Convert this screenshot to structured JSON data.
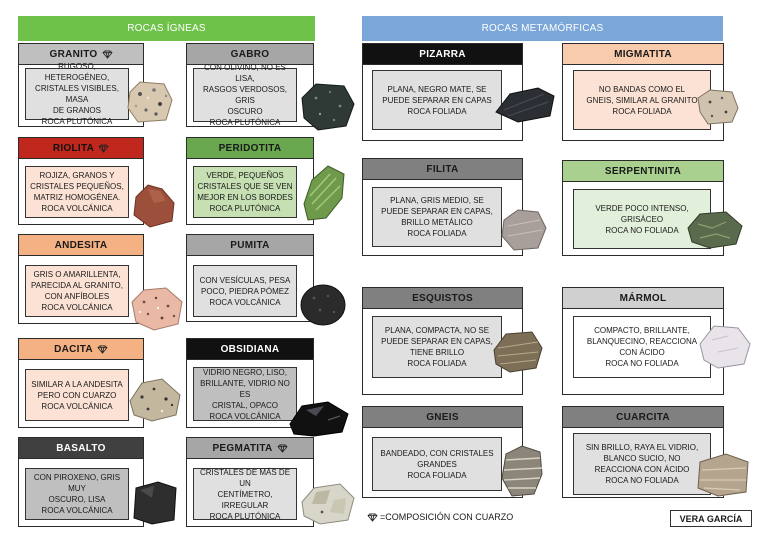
{
  "sections": {
    "igneas": "ROCAS ÍGNEAS",
    "metamorficas": "ROCAS METAMÓRFICAS"
  },
  "rocks": {
    "granito": {
      "name": "GRANITO",
      "l1": "RUGOSO, HETEROGÉNEO,",
      "l2": "CRISTALES VISIBLES, MASA",
      "l3": "DE GRANOS",
      "l4": "ROCA PLUTÓNICA"
    },
    "gabro": {
      "name": "GABRO",
      "l1": "CON OLIVINO, NO ES LISA,",
      "l2": "RASGOS VERDOSOS, GRIS",
      "l3": "OSCURO",
      "l4": "ROCA PLUTÓNICA"
    },
    "riolita": {
      "name": "RIOLITA",
      "l1": "ROJIZA, GRANOS Y",
      "l2": "CRISTALES PEQUEÑOS,",
      "l3": "MATRIZ HOMOGÉNEA.",
      "l4": "ROCA VOLCÁNICA"
    },
    "peridotita": {
      "name": "PERIDOTITA",
      "l1": "VERDE, PEQUEÑOS",
      "l2": "CRISTALES QUE SE VEN",
      "l3": "MEJOR EN LOS BORDES",
      "l4": "ROCA PLUTÓNICA"
    },
    "andesita": {
      "name": "ANDESITA",
      "l1": "GRIS O AMARILLENTA,",
      "l2": "PARECIDA AL GRANITO,",
      "l3": "CON ANFÍBOLES",
      "l4": "ROCA VOLCÁNICA"
    },
    "pumita": {
      "name": "PUMITA",
      "l1": "CON VESÍCULAS, PESA",
      "l2": "POCO, PIEDRA PÓMEZ",
      "l3": "ROCA VOLCÁNICA"
    },
    "dacita": {
      "name": "DACITA",
      "l1": "SIMILAR A LA ANDESITA",
      "l2": "PERO CON CUARZO",
      "l3": "ROCA VOLCÁNICA"
    },
    "obsidiana": {
      "name": "OBSIDIANA",
      "l1": "VIDRIO NEGRO, LISO,",
      "l2": "BRILLANTE, VIDRIO NO ES",
      "l3": "CRISTAL, OPACO",
      "l4": "ROCA VOLCÁNICA"
    },
    "basalto": {
      "name": "BASALTO",
      "l1": "CON PIROXENO, GRIS MUY",
      "l2": "OSCURO, LISA",
      "l3": "ROCA VOLCÁNICA"
    },
    "pegmatita": {
      "name": "PEGMATITA",
      "l1": "CRISTALES DE MÁS DE UN",
      "l2": "CENTÍMETRO, IRREGULAR",
      "l3": "ROCA PLUTÓNICA"
    },
    "pizarra": {
      "name": "PIZARRA",
      "l1": "PLANA, NEGRO MATE, SE",
      "l2": "PUEDE SEPARAR EN CAPAS",
      "l3": "ROCA FOLIADA"
    },
    "migmatita": {
      "name": "MIGMATITA",
      "l1": "NO BANDAS COMO EL",
      "l2": "GNEIS, SIMILAR AL GRANITO",
      "l3": "ROCA FOLIADA"
    },
    "filita": {
      "name": "FILITA",
      "l1": "PLANA, GRIS MEDIO, SE",
      "l2": "PUEDE SEPARAR EN CAPAS,",
      "l3": "BRILLO METÁLICO",
      "l4": "ROCA FOLIADA"
    },
    "serpentinita": {
      "name": "SERPENTINITA",
      "l1": "VERDE POCO INTENSO,",
      "l2": "GRISÁCEO",
      "l3": "ROCA NO FOLIADA"
    },
    "esquistos": {
      "name": "ESQUISTOS",
      "l1": "PLANA, COMPACTA, NO SE",
      "l2": "PUEDE SEPARAR EN CAPAS,",
      "l3": "TIENE BRILLO",
      "l4": "ROCA FOLIADA"
    },
    "marmol": {
      "name": "MÁRMOL",
      "l1": "COMPACTO, BRILLANTE,",
      "l2": "BLANQUECINO, REACCIONA",
      "l3": "CON ÁCIDO",
      "l4": "ROCA NO FOLIADA"
    },
    "gneis": {
      "name": "GNEIS",
      "l1": "BANDEADO, CON CRISTALES",
      "l2": "GRANDES",
      "l3": "ROCA FOLIADA"
    },
    "cuarcita": {
      "name": "CUARCITA",
      "l1": "SIN BRILLO, RAYA EL VIDRIO,",
      "l2": "BLANCO SUCIO, NO",
      "l3": "REACCIONA CON ÁCIDO",
      "l4": "ROCA NO FOLIADA"
    }
  },
  "legend": "=COMPOSICIÓN CON CUARZO",
  "author": "VERA GARCÍA",
  "colors": {
    "igneas_banner": "#6ec24a",
    "meta_banner": "#7aa6d8",
    "grey_head": "#a6a6a6",
    "dark_head": "#404040",
    "black_head": "#111111",
    "red_head": "#c0281e",
    "green_head": "#6aa84f",
    "orange_head": "#f4b183",
    "light_orange_head": "#f8cbad",
    "light_green_head": "#a9d08e",
    "light_grey_head": "#d0d0d0",
    "desc_grey": "#e0e0e0",
    "desc_peach": "#fbe2d5",
    "desc_green": "#e2efda"
  }
}
